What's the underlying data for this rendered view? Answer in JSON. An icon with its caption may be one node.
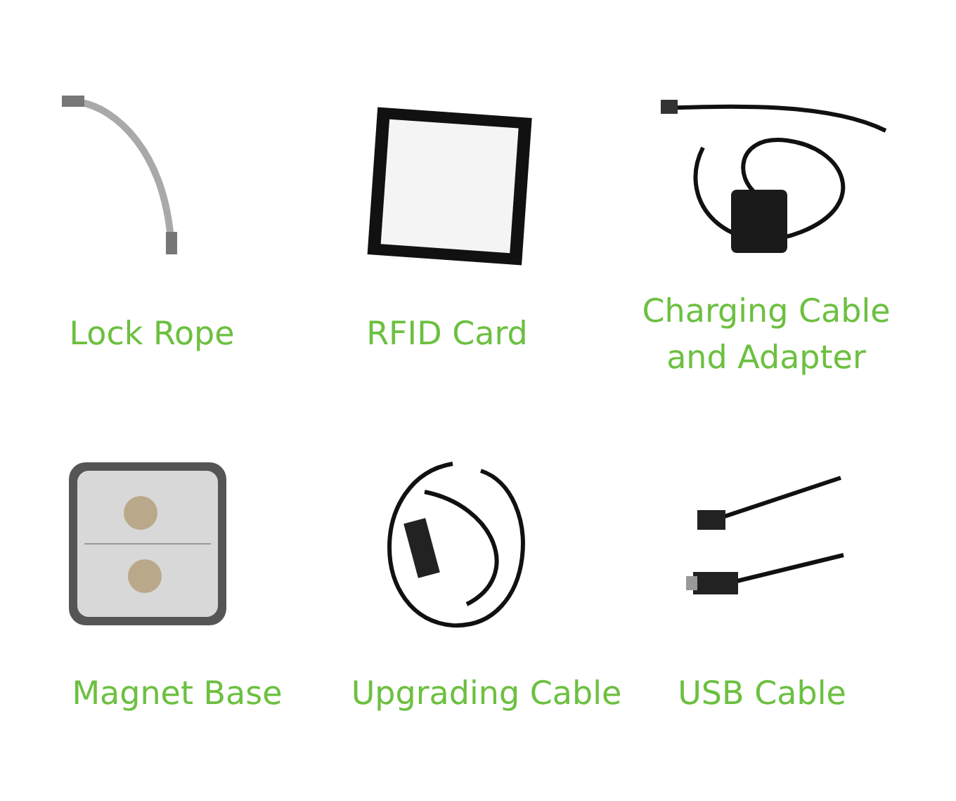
{
  "diagram": {
    "labels": [
      "Lock Rope",
      "RFID Card",
      "Charging Cable and Adapter",
      "Magnet Base",
      "Upgrading Cable",
      "USB Cable"
    ]
  }
}
